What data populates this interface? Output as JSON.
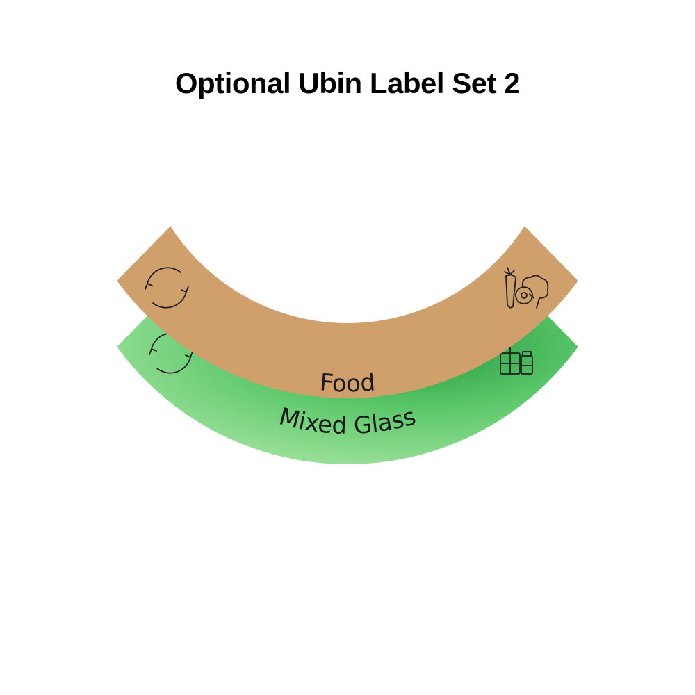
{
  "title": "Optional Ubin Label Set 2",
  "labels": [
    {
      "text": "Food",
      "color": "#cfa06b",
      "icons": [
        "recycle-icon",
        "vegetables-icon"
      ]
    },
    {
      "text": "Mixed Glass",
      "color_light": "#8fdc8f",
      "color_dark": "#2a9e45",
      "icons": [
        "recycle-icon",
        "glass-jars-icon"
      ]
    }
  ]
}
